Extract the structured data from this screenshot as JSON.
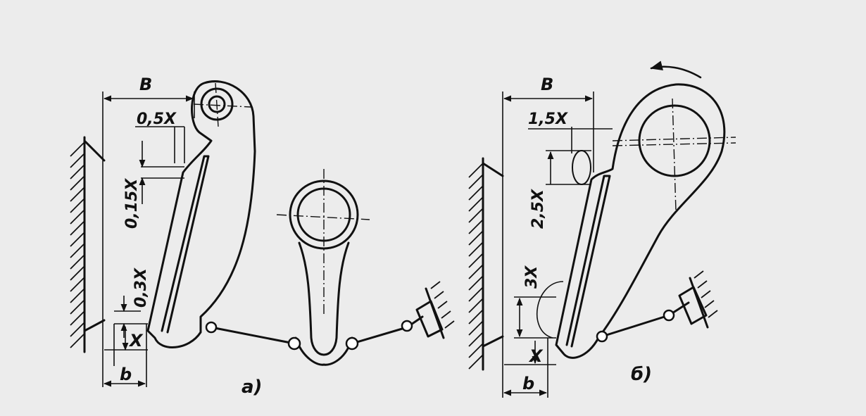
{
  "figure_a": {
    "label": "а)",
    "dim_B": "B",
    "dim_05x": "0,5X",
    "dim_015x": "0,15X",
    "dim_03x": "0,3X",
    "dim_x": "X",
    "dim_b": "b"
  },
  "figure_b": {
    "label": "б)",
    "dim_B": "B",
    "dim_15x": "1,5X",
    "dim_25x": "2,5X",
    "dim_3x": "3X",
    "dim_x": "X",
    "dim_b": "b"
  },
  "colors": {
    "ink": "#111111",
    "paper": "#ececec"
  }
}
